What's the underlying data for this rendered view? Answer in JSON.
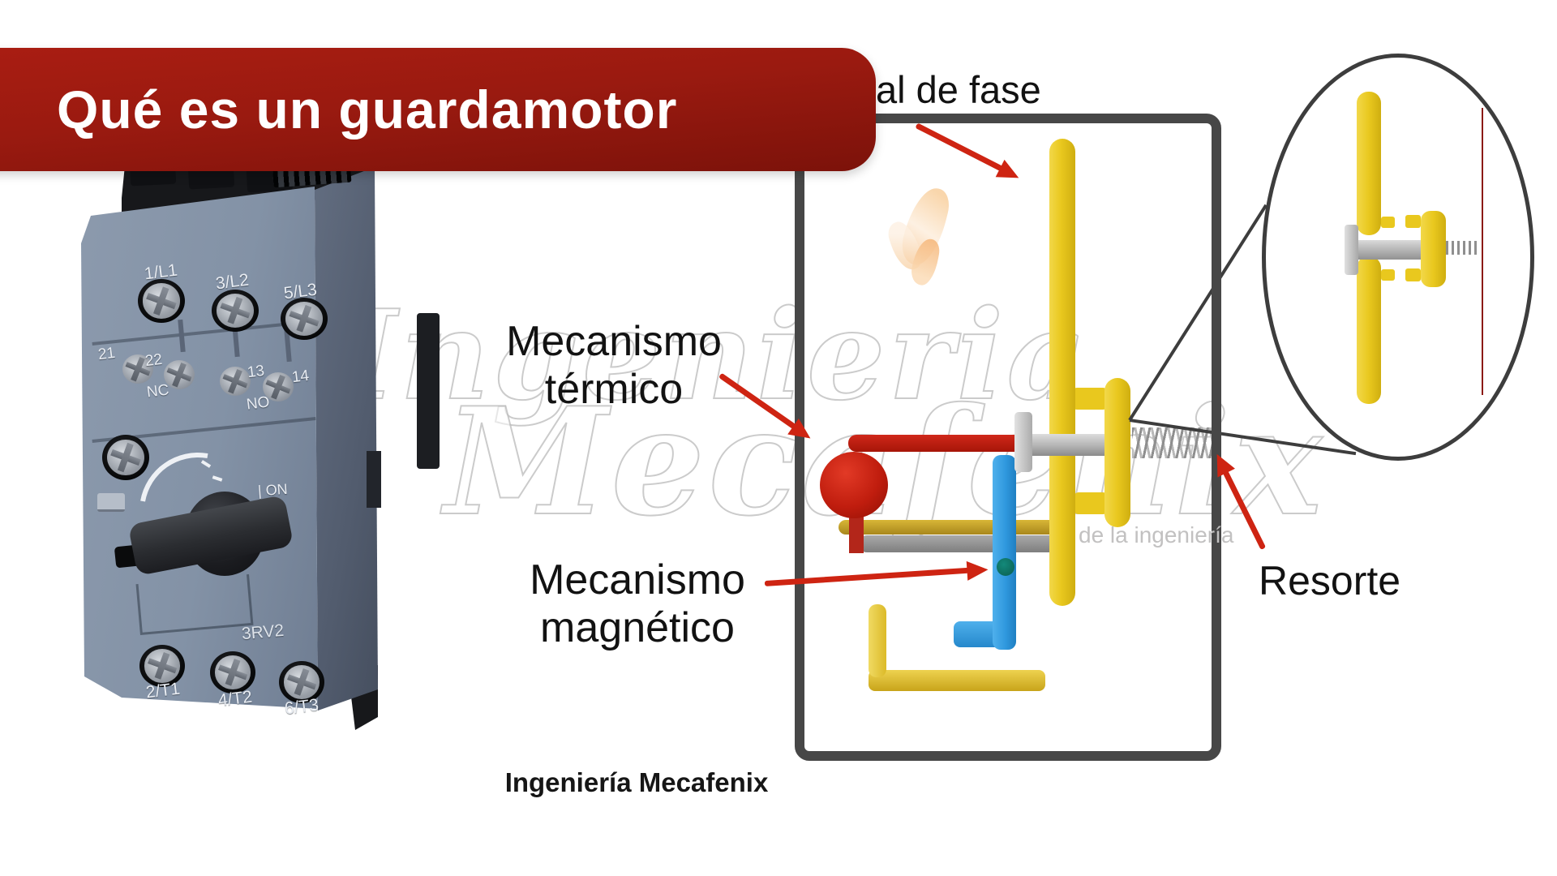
{
  "banner": {
    "title": "Qué es un guardamotor",
    "bg_color": "#9b1810"
  },
  "diagram": {
    "phase_label": "al de fase",
    "thermal": {
      "line1": "Mecanismo",
      "line2": "térmico"
    },
    "magnetic": {
      "line1": "Mecanismo",
      "line2": "magnético"
    },
    "spring_label": "Resorte"
  },
  "breaker": {
    "top_terminals": [
      "1/L1",
      "3/L2",
      "5/L3"
    ],
    "aux": {
      "n21": "21",
      "n22": "22",
      "nc": "NC",
      "n13": "13",
      "n14": "14",
      "no": "NO"
    },
    "on_label": "| ON",
    "model": "3RV2",
    "bottom_terminals": [
      "2/T1",
      "4/T2",
      "6/T3"
    ]
  },
  "watermark": {
    "line1": "Ingenieria",
    "line2": "Mecafenix",
    "tagline": "de la ingeniería"
  },
  "footer": {
    "brand": "Ingeniería Mecafenix"
  },
  "colors": {
    "arrow_red": "#ce2412",
    "part_yellow": "#e9c81e",
    "part_blue": "#2f98de",
    "coil_bronze": "#a97b08",
    "frame_gray": "#474747",
    "teal_dot": "#0d6e62",
    "body_blue_gray": "#8392a6"
  }
}
